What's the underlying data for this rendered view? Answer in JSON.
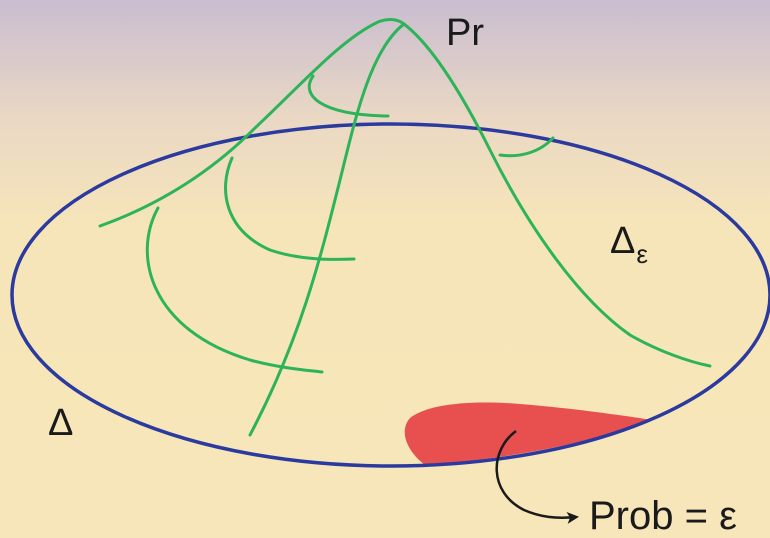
{
  "labels": {
    "pr": "Pr",
    "delta": "Δ",
    "delta_eps_base": "Δ",
    "delta_eps_sub": "ε",
    "prob": "Prob = ε"
  },
  "colors": {
    "background_top": "#c9bdd0",
    "background_mid": "#f6e5b8",
    "background_bottom": "#f7e6b9",
    "ellipse": "#2b3a9e",
    "surface_curves": "#2db35a",
    "region": "#e8504f",
    "arrow": "#1a1a1a",
    "text": "#1a1a1a"
  }
}
